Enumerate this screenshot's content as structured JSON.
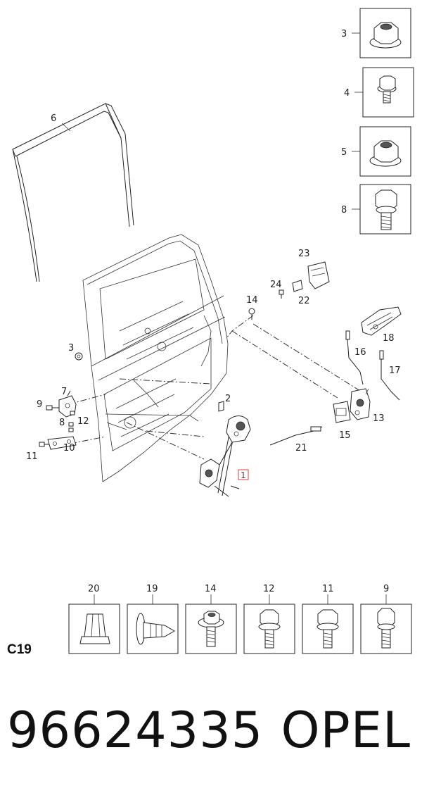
{
  "diagram": {
    "section_code": "C19",
    "part_number": "96624335",
    "brand": "OPEL",
    "callouts": {
      "c1": "1",
      "c2": "2",
      "c3": "3",
      "c6": "6",
      "c7": "7",
      "c8": "8",
      "c9": "9",
      "c10": "10",
      "c11": "11",
      "c12": "12",
      "c13": "13",
      "c14": "14",
      "c15": "15",
      "c16": "16",
      "c17": "17",
      "c18": "18",
      "c21": "21",
      "c22": "22",
      "c23": "23",
      "c24": "24"
    },
    "side_fasteners": [
      {
        "label": "3",
        "icon": "flange-nut-icon"
      },
      {
        "label": "4",
        "icon": "flange-bolt-icon"
      },
      {
        "label": "5",
        "icon": "flange-nut-icon"
      },
      {
        "label": "8",
        "icon": "hex-bolt-icon"
      }
    ],
    "bottom_fasteners": [
      {
        "label": "20",
        "icon": "clip-nut-icon"
      },
      {
        "label": "19",
        "icon": "push-rivet-icon"
      },
      {
        "label": "14",
        "icon": "washer-bolt-icon"
      },
      {
        "label": "12",
        "icon": "flange-bolt-icon"
      },
      {
        "label": "11",
        "icon": "flange-bolt-icon"
      },
      {
        "label": "9",
        "icon": "hex-bolt-icon"
      }
    ]
  }
}
